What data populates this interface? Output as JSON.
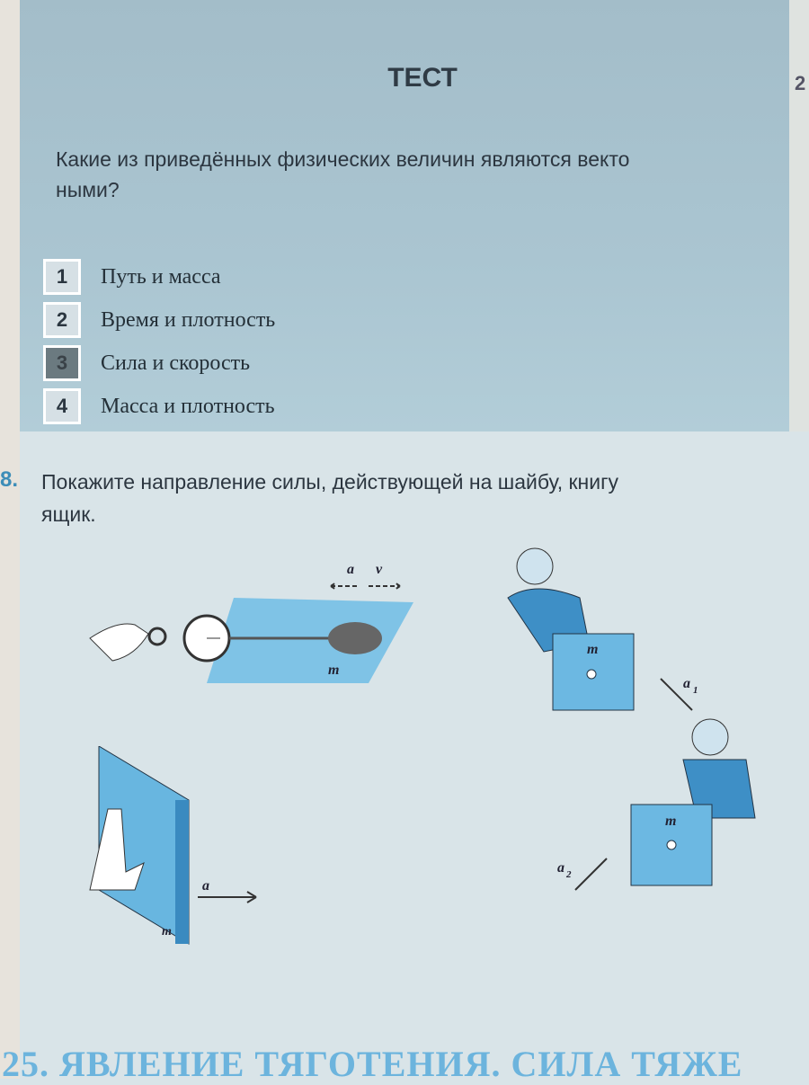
{
  "test": {
    "title": "ТЕСТ",
    "page_number": "2",
    "question": "Какие из приведённых физических величин являются векто",
    "question_cont": "ными?",
    "options": [
      {
        "num": "1",
        "label": "Путь и масса"
      },
      {
        "num": "2",
        "label": "Время и плотность"
      },
      {
        "num": "3",
        "label": "Сила и скорость",
        "selected": true
      },
      {
        "num": "4",
        "label": "Масса и плотность"
      }
    ]
  },
  "task8": {
    "number": "8.",
    "text": "Покажите направление силы, действующей на шайбу, книгу",
    "text_cont": "ящик."
  },
  "figures": {
    "a": "a",
    "v": "v",
    "m": "m",
    "a1": "a",
    "a1_sub": "1",
    "a2": "a",
    "a2_sub": "2"
  },
  "heading": "25. ЯВЛЕНИЕ ТЯГОТЕНИЯ. СИЛА ТЯЖЕ"
}
